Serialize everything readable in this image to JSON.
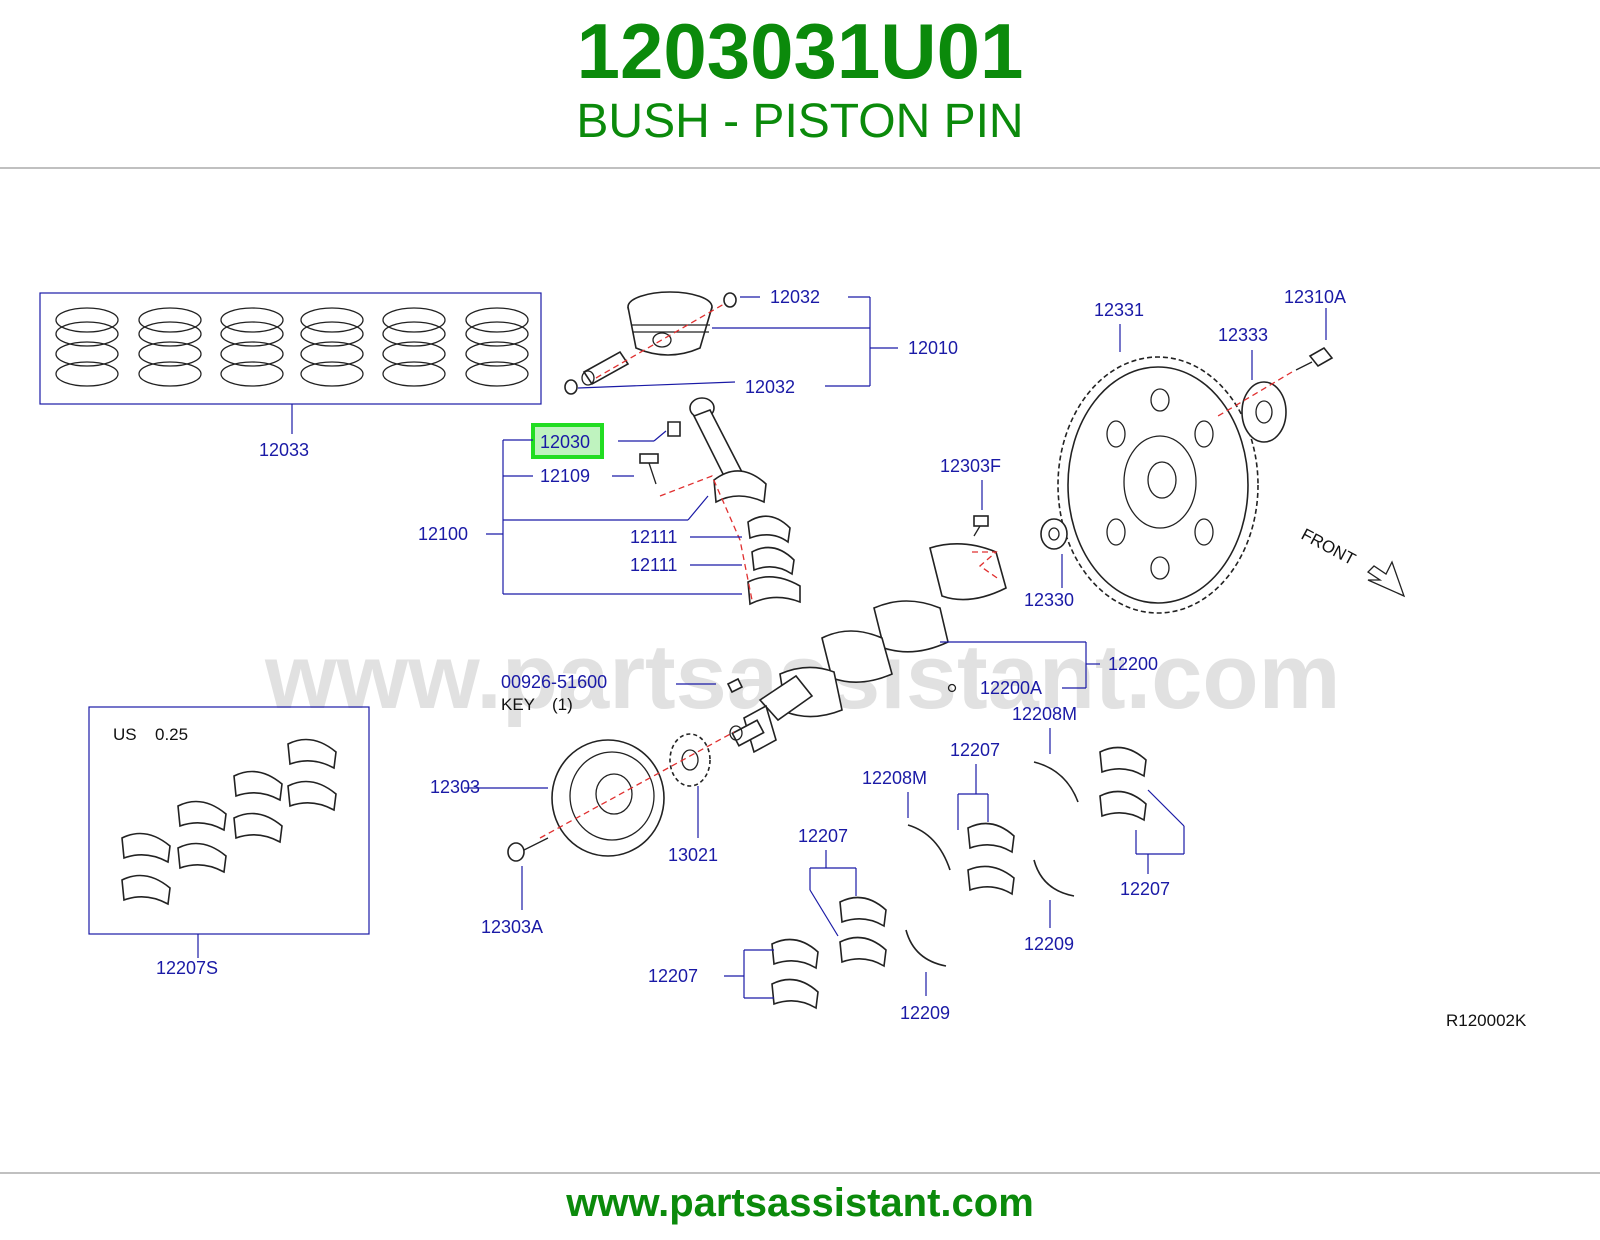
{
  "header": {
    "part_number": "1203031U01",
    "part_name": "BUSH - PISTON PIN"
  },
  "diagram": {
    "watermark": "www.partsassistant.com",
    "reference_code": "R120002K",
    "front_label": "FRONT",
    "us_label": "US",
    "us_value": "0.25",
    "key_label": "KEY",
    "key_qty": "(1)",
    "highlight_color": "#22dd22",
    "label_color": "#1a1aa6",
    "callouts": {
      "p12032a": "12032",
      "p12010": "12010",
      "p12032b": "12032",
      "p12033": "12033",
      "p12030": "12030",
      "p12109": "12109",
      "p12100": "12100",
      "p12111a": "12111",
      "p12111b": "12111",
      "p12331": "12331",
      "p12310a": "12310A",
      "p12333": "12333",
      "p12303f": "12303F",
      "p12330": "12330",
      "p12200": "12200",
      "p12200a": "12200A",
      "p00926": "00926-51600",
      "p12303": "12303",
      "p13021": "13021",
      "p12303a": "12303A",
      "p12208m_a": "12208M",
      "p12207_a": "12207",
      "p12208m_b": "12208M",
      "p12207_b": "12207",
      "p12207_c": "12207",
      "p12207_d": "12207",
      "p12209_a": "12209",
      "p12209_b": "12209",
      "p12207s": "12207S"
    }
  },
  "footer": {
    "url": "www.partsassistant.com"
  }
}
